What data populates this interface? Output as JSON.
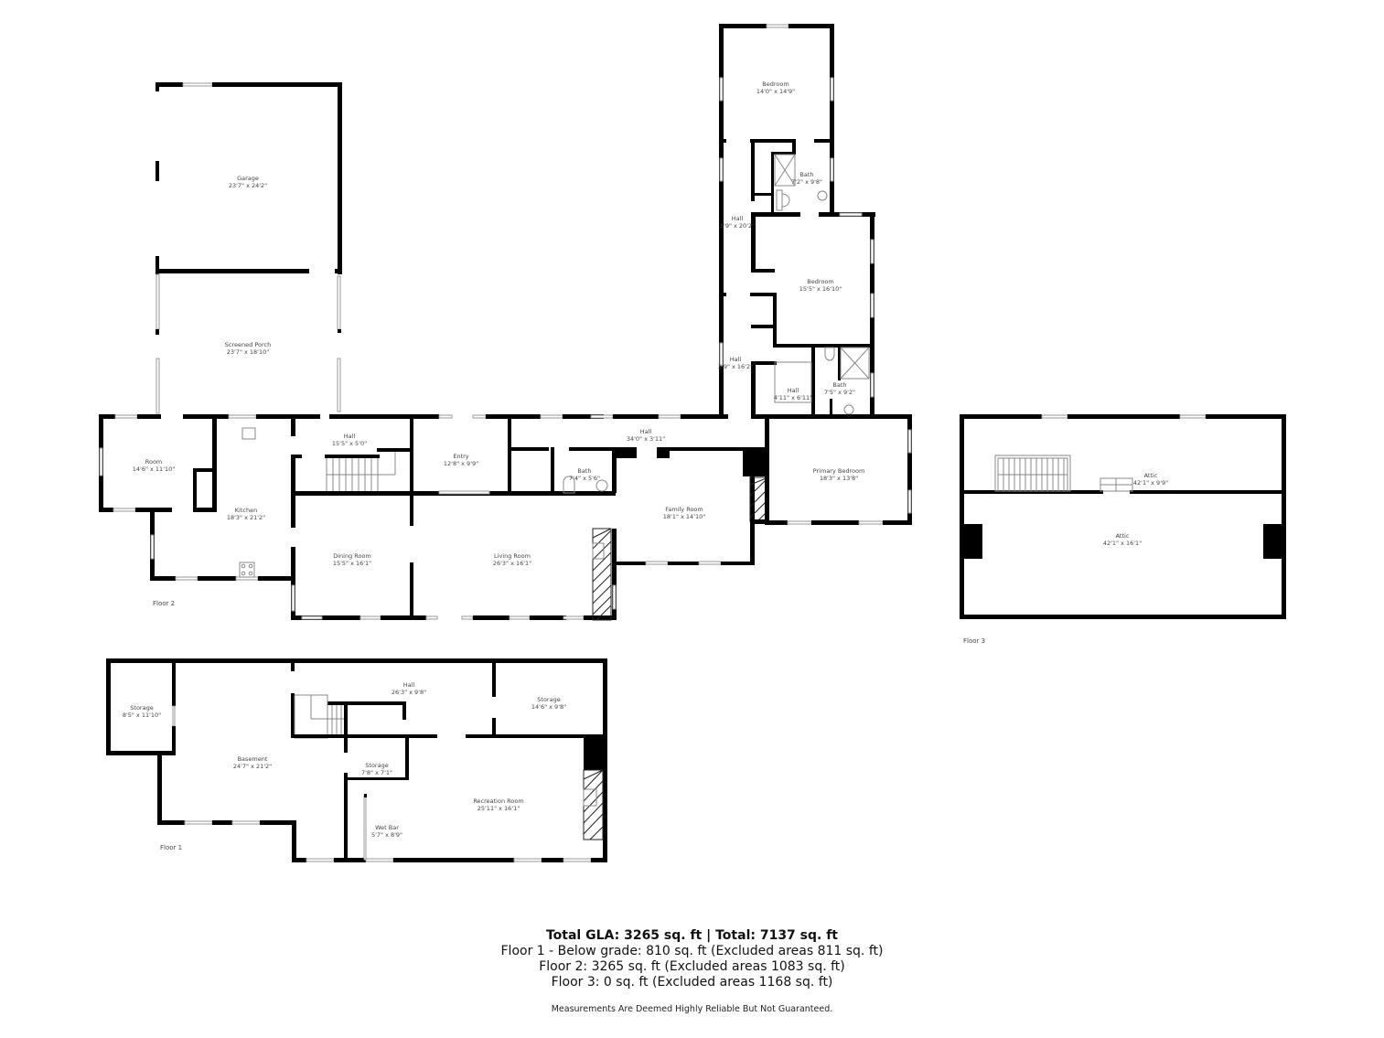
{
  "floors": {
    "floor2": {
      "label": "Floor 2",
      "rooms": [
        {
          "name": "Garage",
          "dims": "23'7\" x 24'2\""
        },
        {
          "name": "Screened Porch",
          "dims": "23'7\" x 18'10\""
        },
        {
          "name": "Room",
          "dims": "14'6\" x 11'10\""
        },
        {
          "name": "Kitchen",
          "dims": "18'3\" x 21'2\""
        },
        {
          "name": "Hall",
          "dims": "15'5\" x 5'0\""
        },
        {
          "name": "Dining Room",
          "dims": "15'5\" x 16'1\""
        },
        {
          "name": "Entry",
          "dims": "12'8\" x 9'9\""
        },
        {
          "name": "Living Room",
          "dims": "26'3\" x 16'1\""
        },
        {
          "name": "Hall",
          "dims": "34'0\" x 3'11\""
        },
        {
          "name": "Bath",
          "dims": "7'4\" x 5'6\""
        },
        {
          "name": "Family Room",
          "dims": "18'1\" x 14'10\""
        },
        {
          "name": "Bedroom",
          "dims": "14'0\" x 14'9\""
        },
        {
          "name": "Bath",
          "dims": "7'2\" x 9'8\""
        },
        {
          "name": "Hall",
          "dims": "3'9\" x 20'2\""
        },
        {
          "name": "Bedroom",
          "dims": "15'5\" x 16'10\""
        },
        {
          "name": "Hall",
          "dims": "3'9\" x 16'2\""
        },
        {
          "name": "Hall",
          "dims": "4'11\" x 6'11\""
        },
        {
          "name": "Bath",
          "dims": "7'5\" x 9'2\""
        },
        {
          "name": "Primary Bedroom",
          "dims": "18'3\" x 13'8\""
        }
      ]
    },
    "floor3": {
      "label": "Floor 3",
      "rooms": [
        {
          "name": "Attic",
          "dims": "42'1\" x 9'9\""
        },
        {
          "name": "Attic",
          "dims": "42'1\" x 16'1\""
        }
      ]
    },
    "floor1": {
      "label": "Floor 1",
      "rooms": [
        {
          "name": "Storage",
          "dims": "8'5\" x 11'10\""
        },
        {
          "name": "Hall",
          "dims": "26'3\" x 9'8\""
        },
        {
          "name": "Storage",
          "dims": "14'6\" x 9'8\""
        },
        {
          "name": "Basement",
          "dims": "24'7\" x 21'2\""
        },
        {
          "name": "Storage",
          "dims": "7'8\" x 7'1\""
        },
        {
          "name": "Recreation Room",
          "dims": "25'11\" x 16'1\""
        },
        {
          "name": "Wet Bar",
          "dims": "5'7\" x 8'9\""
        }
      ]
    }
  },
  "summary": {
    "title": "Total GLA: 3265 sq. ft | Total: 7137 sq. ft",
    "lines": [
      "Floor 1 - Below grade: 810 sq. ft (Excluded areas 811 sq. ft)",
      "Floor 2: 3265 sq. ft (Excluded areas 1083 sq. ft)",
      "Floor 3: 0 sq. ft (Excluded areas 1168 sq. ft)"
    ],
    "disclaimer": "Measurements Are Deemed Highly Reliable But Not Guaranteed."
  }
}
